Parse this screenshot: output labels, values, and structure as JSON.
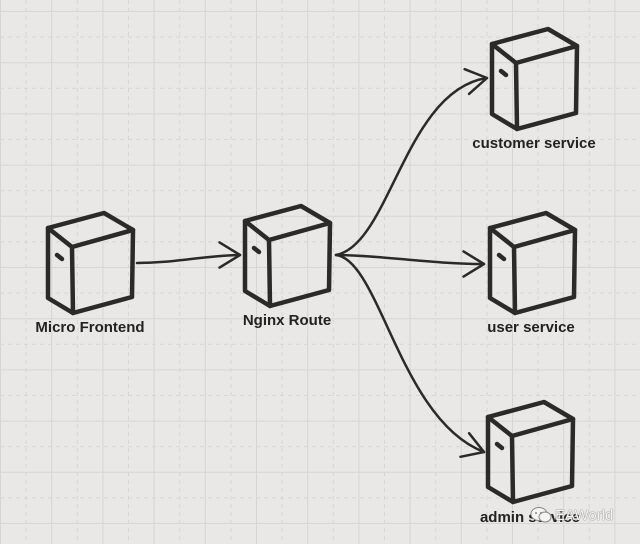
{
  "diagram": {
    "nodes": [
      {
        "id": "micro-frontend",
        "label": "Micro Frontend",
        "type": "server"
      },
      {
        "id": "nginx-route",
        "label": "Nginx Route",
        "type": "server"
      },
      {
        "id": "customer-service",
        "label": "customer service",
        "type": "server"
      },
      {
        "id": "user-service",
        "label": "user service",
        "type": "server"
      },
      {
        "id": "admin-service",
        "label": "admin service",
        "type": "server"
      }
    ],
    "edges": [
      {
        "from": "micro-frontend",
        "to": "nginx-route"
      },
      {
        "from": "nginx-route",
        "to": "customer-service"
      },
      {
        "from": "nginx-route",
        "to": "user-service"
      },
      {
        "from": "nginx-route",
        "to": "admin-service"
      }
    ]
  },
  "watermark": {
    "text": "EAWorld",
    "icon": "wechat-icon"
  },
  "colors": {
    "background": "#e9e8e7",
    "stroke": "#2a2a2a",
    "grid": "#d6d5d4",
    "text": "#222222"
  }
}
